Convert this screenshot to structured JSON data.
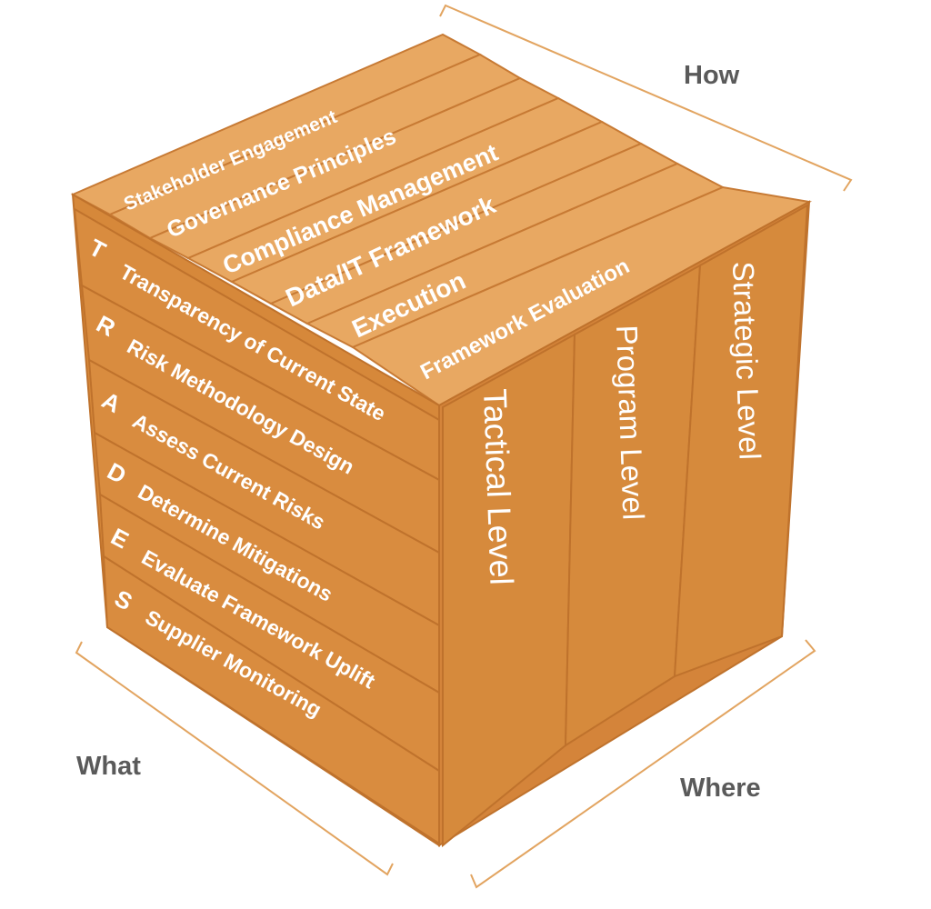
{
  "colors": {
    "top_light": "#e8a862",
    "top_mid": "#e09a4d",
    "top_dark": "#d38a3c",
    "front": "#d6883a",
    "right": "#d4843a",
    "edge": "#bf722c",
    "axis": "#e2a460",
    "label": "#5a5a5a"
  },
  "axes": {
    "how": "How",
    "what": "What",
    "where": "Where"
  },
  "top_face": {
    "items": [
      "Stakeholder Engagement",
      "Governance Principles",
      "Compliance Management",
      "Data/IT Framework",
      "Execution",
      "Framework Evaluation"
    ]
  },
  "front_face": {
    "items": [
      {
        "letter": "T",
        "label": "Transparency of Current State"
      },
      {
        "letter": "R",
        "label": "Risk Methodology Design"
      },
      {
        "letter": "A",
        "label": "Assess Current Risks"
      },
      {
        "letter": "D",
        "label": "Determine Mitigations"
      },
      {
        "letter": "E",
        "label": "Evaluate Framework Uplift"
      },
      {
        "letter": "S",
        "label": "Supplier Monitoring"
      }
    ]
  },
  "right_face": {
    "items": [
      "Tactical Level",
      "Program Level",
      "Strategic Level"
    ]
  }
}
